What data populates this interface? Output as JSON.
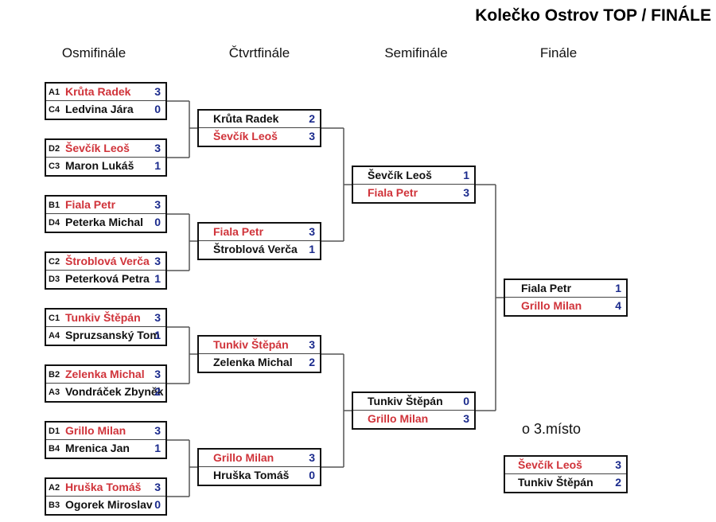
{
  "title": "Kolečko Ostrov TOP / FINÁLE",
  "rounds": {
    "r16": "Osmifinále",
    "qf": "Čtvrtfinále",
    "sf": "Semifinále",
    "final": "Finále"
  },
  "third_place_label": "o 3.místo",
  "colors": {
    "winner": "#d0333a",
    "loser": "#111111",
    "score": "#1a2a8c",
    "lines": "#555555"
  },
  "matches": {
    "r16": [
      {
        "p1": {
          "seed": "A1",
          "name": "Krůta Radek",
          "score": "3",
          "winner": true
        },
        "p2": {
          "seed": "C4",
          "name": "Ledvina Jára",
          "score": "0",
          "winner": false
        }
      },
      {
        "p1": {
          "seed": "D2",
          "name": "Ševčík Leoš",
          "score": "3",
          "winner": true
        },
        "p2": {
          "seed": "C3",
          "name": "Maron Lukáš",
          "score": "1",
          "winner": false
        }
      },
      {
        "p1": {
          "seed": "B1",
          "name": "Fiala Petr",
          "score": "3",
          "winner": true
        },
        "p2": {
          "seed": "D4",
          "name": "Peterka Michal",
          "score": "0",
          "winner": false
        }
      },
      {
        "p1": {
          "seed": "C2",
          "name": "Štroblová Verča",
          "score": "3",
          "winner": true
        },
        "p2": {
          "seed": "D3",
          "name": "Peterková Petra",
          "score": "1",
          "winner": false
        }
      },
      {
        "p1": {
          "seed": "C1",
          "name": "Tunkiv Štěpán",
          "score": "3",
          "winner": true
        },
        "p2": {
          "seed": "A4",
          "name": "Spruzsanský Tom",
          "score": "1",
          "winner": false
        }
      },
      {
        "p1": {
          "seed": "B2",
          "name": "Zelenka Michal",
          "score": "3",
          "winner": true
        },
        "p2": {
          "seed": "A3",
          "name": "Vondráček Zbyněk",
          "score": "2",
          "winner": false
        }
      },
      {
        "p1": {
          "seed": "D1",
          "name": "Grillo Milan",
          "score": "3",
          "winner": true
        },
        "p2": {
          "seed": "B4",
          "name": "Mrenica Jan",
          "score": "1",
          "winner": false
        }
      },
      {
        "p1": {
          "seed": "A2",
          "name": "Hruška Tomáš",
          "score": "3",
          "winner": true
        },
        "p2": {
          "seed": "B3",
          "name": "Ogorek Miroslav",
          "score": "0",
          "winner": false
        }
      }
    ],
    "qf": [
      {
        "p1": {
          "name": "Krůta Radek",
          "score": "2",
          "winner": false
        },
        "p2": {
          "name": "Ševčík Leoš",
          "score": "3",
          "winner": true
        }
      },
      {
        "p1": {
          "name": "Fiala Petr",
          "score": "3",
          "winner": true
        },
        "p2": {
          "name": "Štroblová Verča",
          "score": "1",
          "winner": false
        }
      },
      {
        "p1": {
          "name": "Tunkiv Štěpán",
          "score": "3",
          "winner": true
        },
        "p2": {
          "name": "Zelenka Michal",
          "score": "2",
          "winner": false
        }
      },
      {
        "p1": {
          "name": "Grillo Milan",
          "score": "3",
          "winner": true
        },
        "p2": {
          "name": "Hruška Tomáš",
          "score": "0",
          "winner": false
        }
      }
    ],
    "sf": [
      {
        "p1": {
          "name": "Ševčík Leoš",
          "score": "1",
          "winner": false
        },
        "p2": {
          "name": "Fiala Petr",
          "score": "3",
          "winner": true
        }
      },
      {
        "p1": {
          "name": "Tunkiv Štěpán",
          "score": "0",
          "winner": false
        },
        "p2": {
          "name": "Grillo Milan",
          "score": "3",
          "winner": true
        }
      }
    ],
    "final": [
      {
        "p1": {
          "name": "Fiala Petr",
          "score": "1",
          "winner": false
        },
        "p2": {
          "name": "Grillo Milan",
          "score": "4",
          "winner": true
        }
      }
    ],
    "third": [
      {
        "p1": {
          "name": "Ševčík Leoš",
          "score": "3",
          "winner": true
        },
        "p2": {
          "name": "Tunkiv Štěpán",
          "score": "2",
          "winner": false
        }
      }
    ]
  }
}
